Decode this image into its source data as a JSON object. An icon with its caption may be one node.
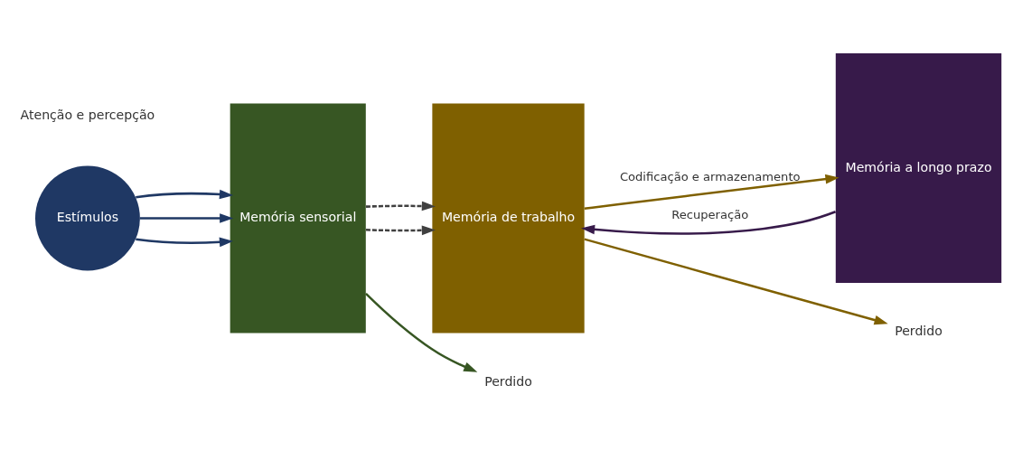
{
  "diagram": {
    "nodes": [
      {
        "text": [
          "Estímulos"
        ]
      },
      {
        "text": [
          "Memória sensorial"
        ]
      },
      {
        "text": [
          "Memória de trabalho"
        ]
      },
      {
        "text": [
          "Memória a longo prazo"
        ]
      },
      {
        "text": [
          "Perdido"
        ]
      },
      {
        "text": [
          "Perdido"
        ]
      }
    ],
    "edges": [
      {
        "from": 0,
        "to": 1,
        "arrow": "to",
        "color": "#1f3864"
      },
      {
        "from": 0,
        "to": 1,
        "arrow": "to",
        "color": "#1f3864"
      },
      {
        "from": 0,
        "to": 1,
        "arrow": "to",
        "color": "#1f3864"
      },
      {
        "from": 1,
        "to": 2,
        "arrow": "to",
        "style": "dashed",
        "color": "#404040"
      },
      {
        "from": 1,
        "to": 2,
        "arrow": "to",
        "style": "dashed",
        "color": "#404040"
      },
      {
        "from": 1,
        "to": 4,
        "arrow": "to",
        "color": "#375623"
      },
      {
        "from": 2,
        "to": 5,
        "arrow": "to",
        "color": "#7f6000"
      },
      {
        "from": 2,
        "to": 3,
        "arrow": "to",
        "label": "Codificação e armazenamento",
        "color": "#7f6000"
      },
      {
        "from": 3,
        "to": 2,
        "arrow": "to",
        "label": "Recuperação",
        "color": "#371a4a"
      }
    ],
    "labels": [
      "Atenção e percepção"
    ]
  }
}
